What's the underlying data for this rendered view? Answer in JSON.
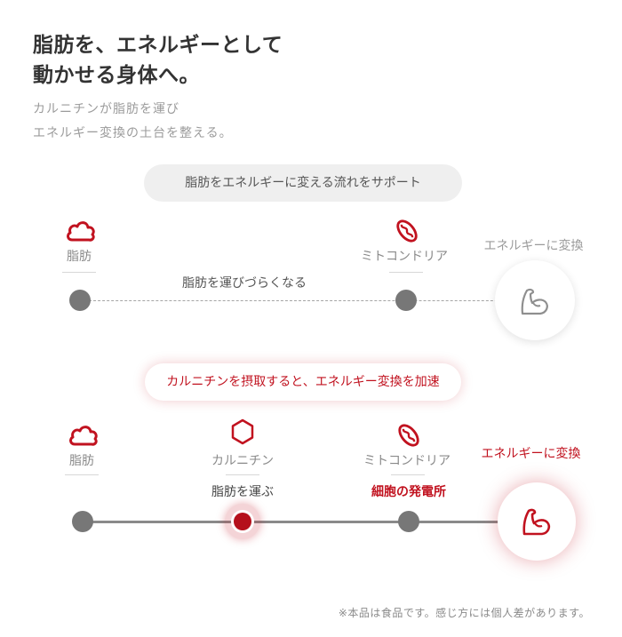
{
  "header": {
    "title_line1": "脂肪を、エネルギーとして",
    "title_line2": "動かせる身体へ。",
    "subtitle_line1": "カルニチンが脂肪を運び",
    "subtitle_line2": "エネルギー変換の土台を整える。"
  },
  "section1": {
    "badge": "脂肪をエネルギーに変える流れをサポート",
    "fat_label": "脂肪",
    "mito_label": "ミトコンドリア",
    "energy_label": "エネルギーに変換",
    "line_text": "脂肪を運びづらくなる"
  },
  "section2": {
    "badge": "カルニチンを摂取すると、エネルギー変換を加速",
    "fat_label": "脂肪",
    "carnitine_label": "カルニチン",
    "mito_label": "ミトコンドリア",
    "energy_label": "エネルギーに変換",
    "carnitine_text": "脂肪を運ぶ",
    "mito_text": "細胞の発電所"
  },
  "footnote": "※本品は食品です。感じ方には個人差があります。",
  "colors": {
    "accent_red": "#c1121f",
    "dark_text": "#333333",
    "muted_text": "#8a8a8a",
    "dot_gray": "#777777"
  },
  "icons": {
    "fat": "cloud-icon",
    "carnitine": "hexagon-icon",
    "mito": "mitochondria-bean-icon",
    "energy": "flexed-arm-icon"
  }
}
